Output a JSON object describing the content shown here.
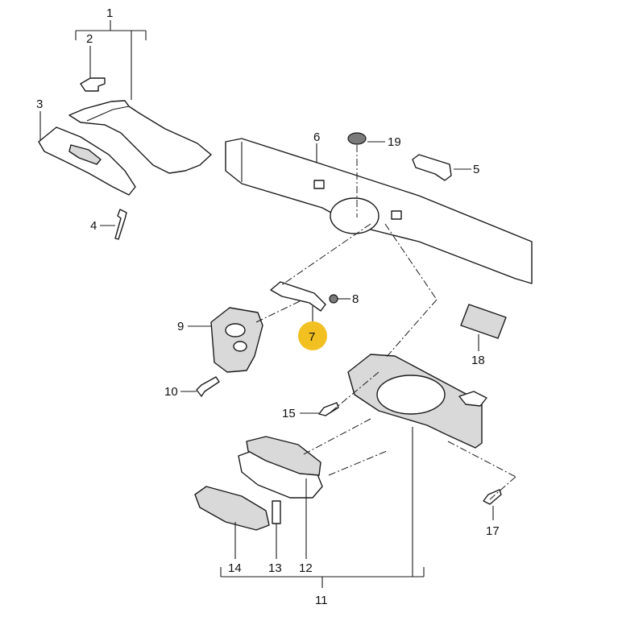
{
  "diagram": {
    "callouts": {
      "c1": "1",
      "c2": "2",
      "c3": "3",
      "c4": "4",
      "c5": "5",
      "c6": "6",
      "c7": "7",
      "c8": "8",
      "c9": "9",
      "c10": "10",
      "c11": "11",
      "c12": "12",
      "c13": "13",
      "c14": "14",
      "c15": "15",
      "c17": "17",
      "c18": "18",
      "c19": "19"
    },
    "highlighted_callout": "7",
    "colors": {
      "highlight": "#f2c020",
      "line": "#1a1a1a",
      "shade": "#d9d9d9"
    }
  }
}
